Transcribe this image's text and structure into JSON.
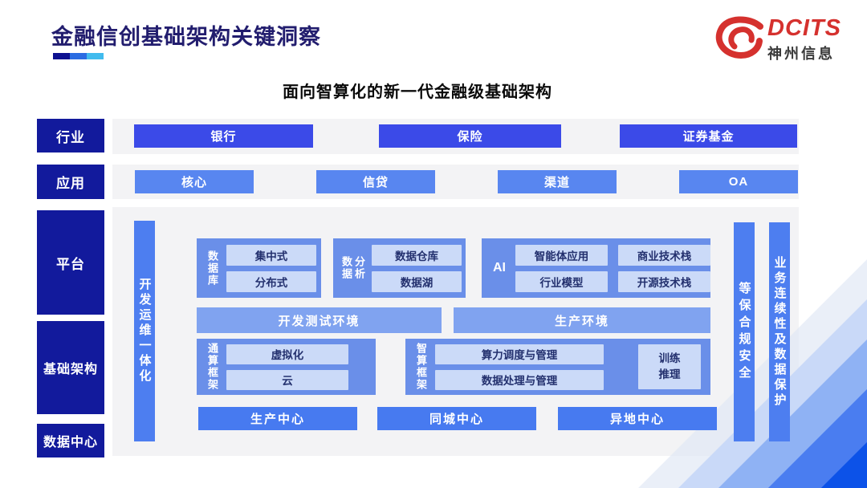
{
  "header": {
    "title": "金融信创基础架构关键洞察",
    "logo_brand": "DCITS",
    "logo_company": "神州信息"
  },
  "subtitle": "面向智算化的新一代金融级基础架构",
  "side_labels": {
    "industry": "行业",
    "application": "应用",
    "platform": "平台",
    "infrastructure": "基础架构",
    "datacenter": "数据中心"
  },
  "industry_items": [
    "银行",
    "保险",
    "证券基金"
  ],
  "application_items": [
    "核心",
    "信贷",
    "渠道",
    "OA"
  ],
  "platform": {
    "devops_bar": "开发运维一体化",
    "security_bar": "等保合规安全",
    "continuity_bar": "业务连续性及数据保护",
    "database": {
      "label": "数据库",
      "items": [
        "集中式",
        "分布式"
      ]
    },
    "analytics": {
      "label": "数据分析",
      "items": [
        "数据仓库",
        "数据湖"
      ]
    },
    "ai": {
      "label": "AI",
      "items": [
        "智能体应用",
        "商业技术栈",
        "行业模型",
        "开源技术栈"
      ]
    },
    "dev_env": "开发测试环境",
    "prod_env": "生产环境",
    "general_framework": {
      "label": "通算框架",
      "items": [
        "虚拟化",
        "云"
      ]
    },
    "intelligent_framework": {
      "label": "智算框架",
      "items": [
        "算力调度与管理",
        "数据处理与管理"
      ],
      "side_item": "训练\n推理"
    },
    "centers": [
      "生产中心",
      "同城中心",
      "异地中心"
    ]
  },
  "colors": {
    "navy": "#121a9c",
    "title_navy": "#221d6e",
    "royal_blue": "#3b4ae8",
    "cornflower": "#5886f0",
    "group_blue": "#6a8fe9",
    "env_blue": "#80a3f0",
    "bar_blue": "#4d7ef0",
    "light_blue": "#cbdaf8",
    "brand_red": "#d5312e",
    "panel_gray": "#f3f3f5"
  }
}
